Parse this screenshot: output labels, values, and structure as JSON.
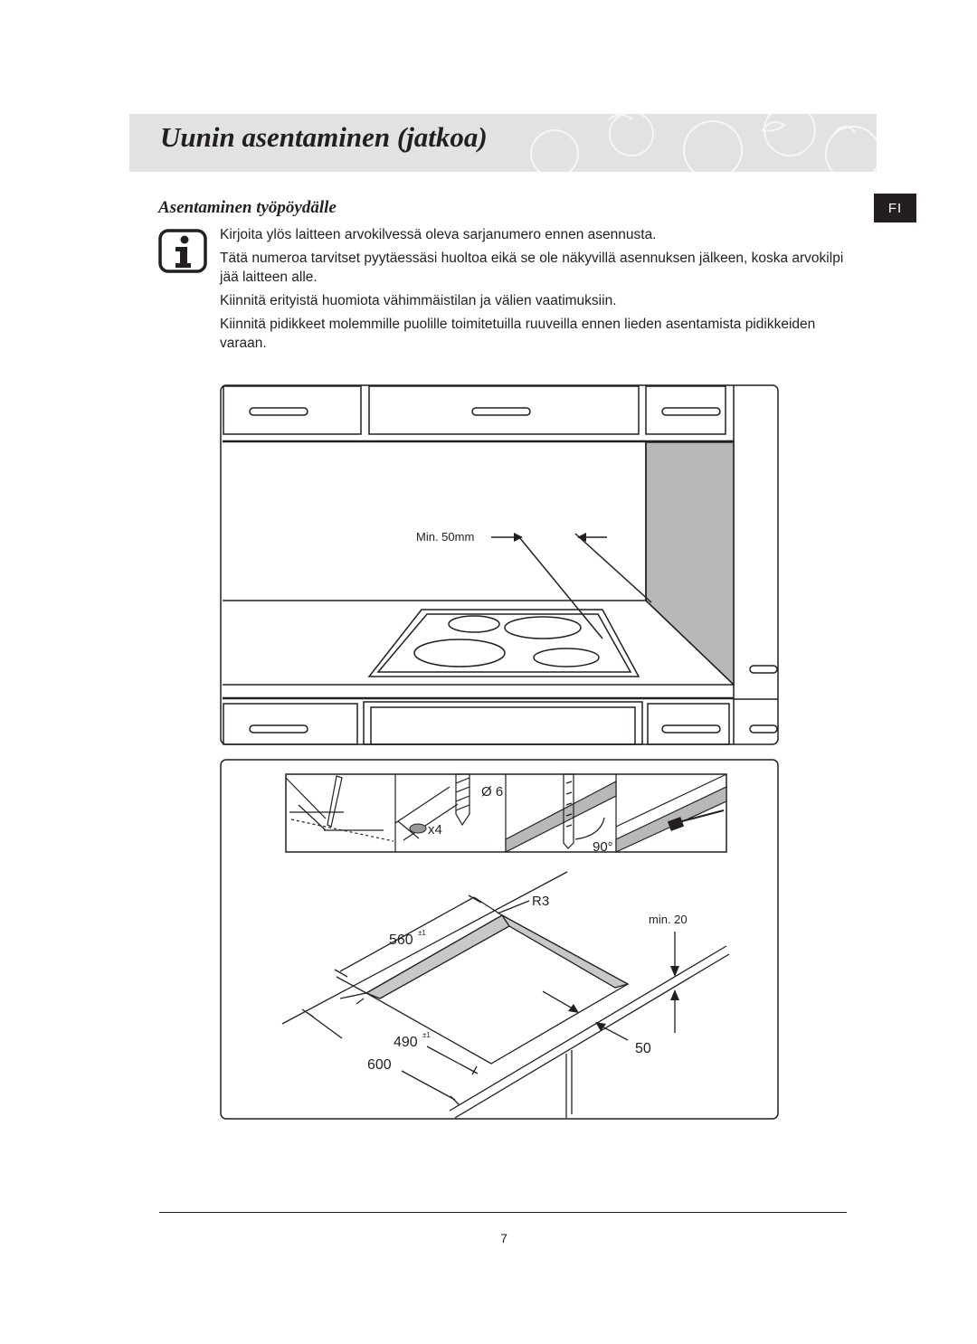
{
  "header": {
    "title": "Uunin asentaminen (jatkoa)"
  },
  "language_badge": "FI",
  "section": {
    "title": "Asentaminen työpöydälle",
    "notes": [
      "Kirjoita ylös laitteen arvokilvessä oleva sarjanumero ennen asennusta.",
      "Tätä numeroa tarvitset pyytäessäsi huoltoa eikä se ole näkyvillä asennuksen jälkeen, koska arvokilpi jää laitteen alle.",
      "Kiinnitä erityistä huomiota vähimmäistilan ja välien vaatimuksiin.",
      "Kiinnitä pidikkeet molemmille puolille toimitetuilla ruuveilla ennen lieden asentamista pidikkeiden varaan."
    ]
  },
  "figure_kitchen": {
    "min_gap_label": "Min. 50mm"
  },
  "figure_cutout": {
    "drill_label": "Ø 6",
    "clip_count_label": "x4",
    "angle_label": "90°",
    "radius_label": "R3",
    "min_label": "min. 20",
    "width_label": "560",
    "width_tolerance": "±1",
    "depth_label": "490",
    "depth_tolerance": "±1",
    "counter_label": "600",
    "edge_label": "50"
  },
  "footer": {
    "page_number": "7"
  },
  "colors": {
    "text": "#231f20",
    "header_band": "#e2e2e2",
    "shading": "#b8b8b8"
  },
  "icons": [
    "info-icon"
  ]
}
